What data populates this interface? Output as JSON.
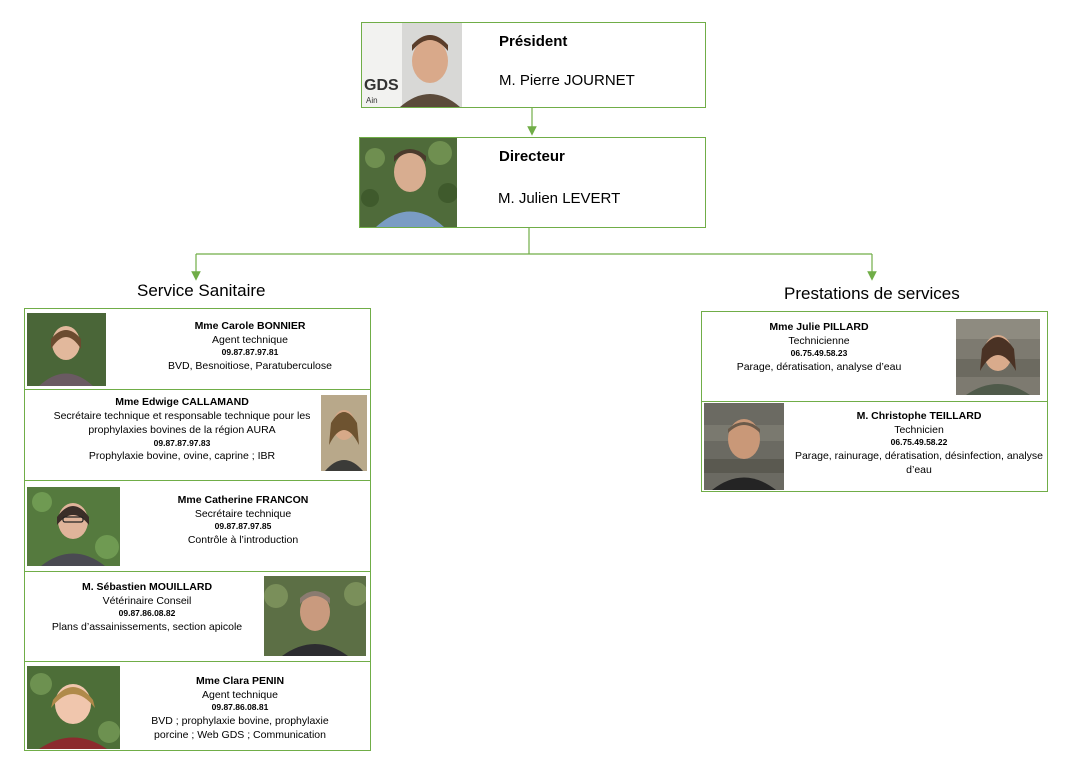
{
  "president": {
    "role": "Président",
    "name": "M. Pierre JOURNET",
    "logo_text": "GDS",
    "logo_sub": "Ain"
  },
  "director": {
    "role": "Directeur",
    "name": "M. Julien LEVERT"
  },
  "service_sanitaire": {
    "title": "Service Sanitaire",
    "members": [
      {
        "name": "Mme Carole BONNIER",
        "title": "Agent technique",
        "phone": "09.87.87.97.81",
        "duties": "BVD, Besnoitiose, Paratuberculose"
      },
      {
        "name": "Mme Edwige CALLAMAND",
        "title": "Secrétaire technique et responsable technique pour les prophylaxies bovines de la région AURA",
        "phone": "09.87.87.97.83",
        "duties": "Prophylaxie bovine, ovine, caprine ; IBR"
      },
      {
        "name": "Mme Catherine FRANCON",
        "title": "Secrétaire technique",
        "phone": "09.87.87.97.85",
        "duties": "Contrôle à l’introduction"
      },
      {
        "name": "M. Sébastien MOUILLARD",
        "title": "Vétérinaire Conseil",
        "phone": "09.87.86.08.82",
        "duties": "Plans d’assainissements, section apicole"
      },
      {
        "name": "Mme Clara PENIN",
        "title": "Agent technique",
        "phone": "09.87.86.08.81",
        "duties": "BVD ; prophylaxie bovine, prophylaxie porcine ; Web GDS ; Communication"
      }
    ]
  },
  "prestations": {
    "title": "Prestations de services",
    "members": [
      {
        "name": "Mme Julie PILLARD",
        "title": "Technicienne",
        "phone": "06.75.49.58.23",
        "duties": "Parage, dératisation, analyse d’eau"
      },
      {
        "name": "M. Christophe TEILLARD",
        "title": "Technicien",
        "phone": "06.75.49.58.22",
        "duties": "Parage, rainurage, dératisation, désinfection, analyse d’eau"
      }
    ]
  },
  "colors": {
    "border": "#70ad47",
    "connector": "#70ad47"
  }
}
